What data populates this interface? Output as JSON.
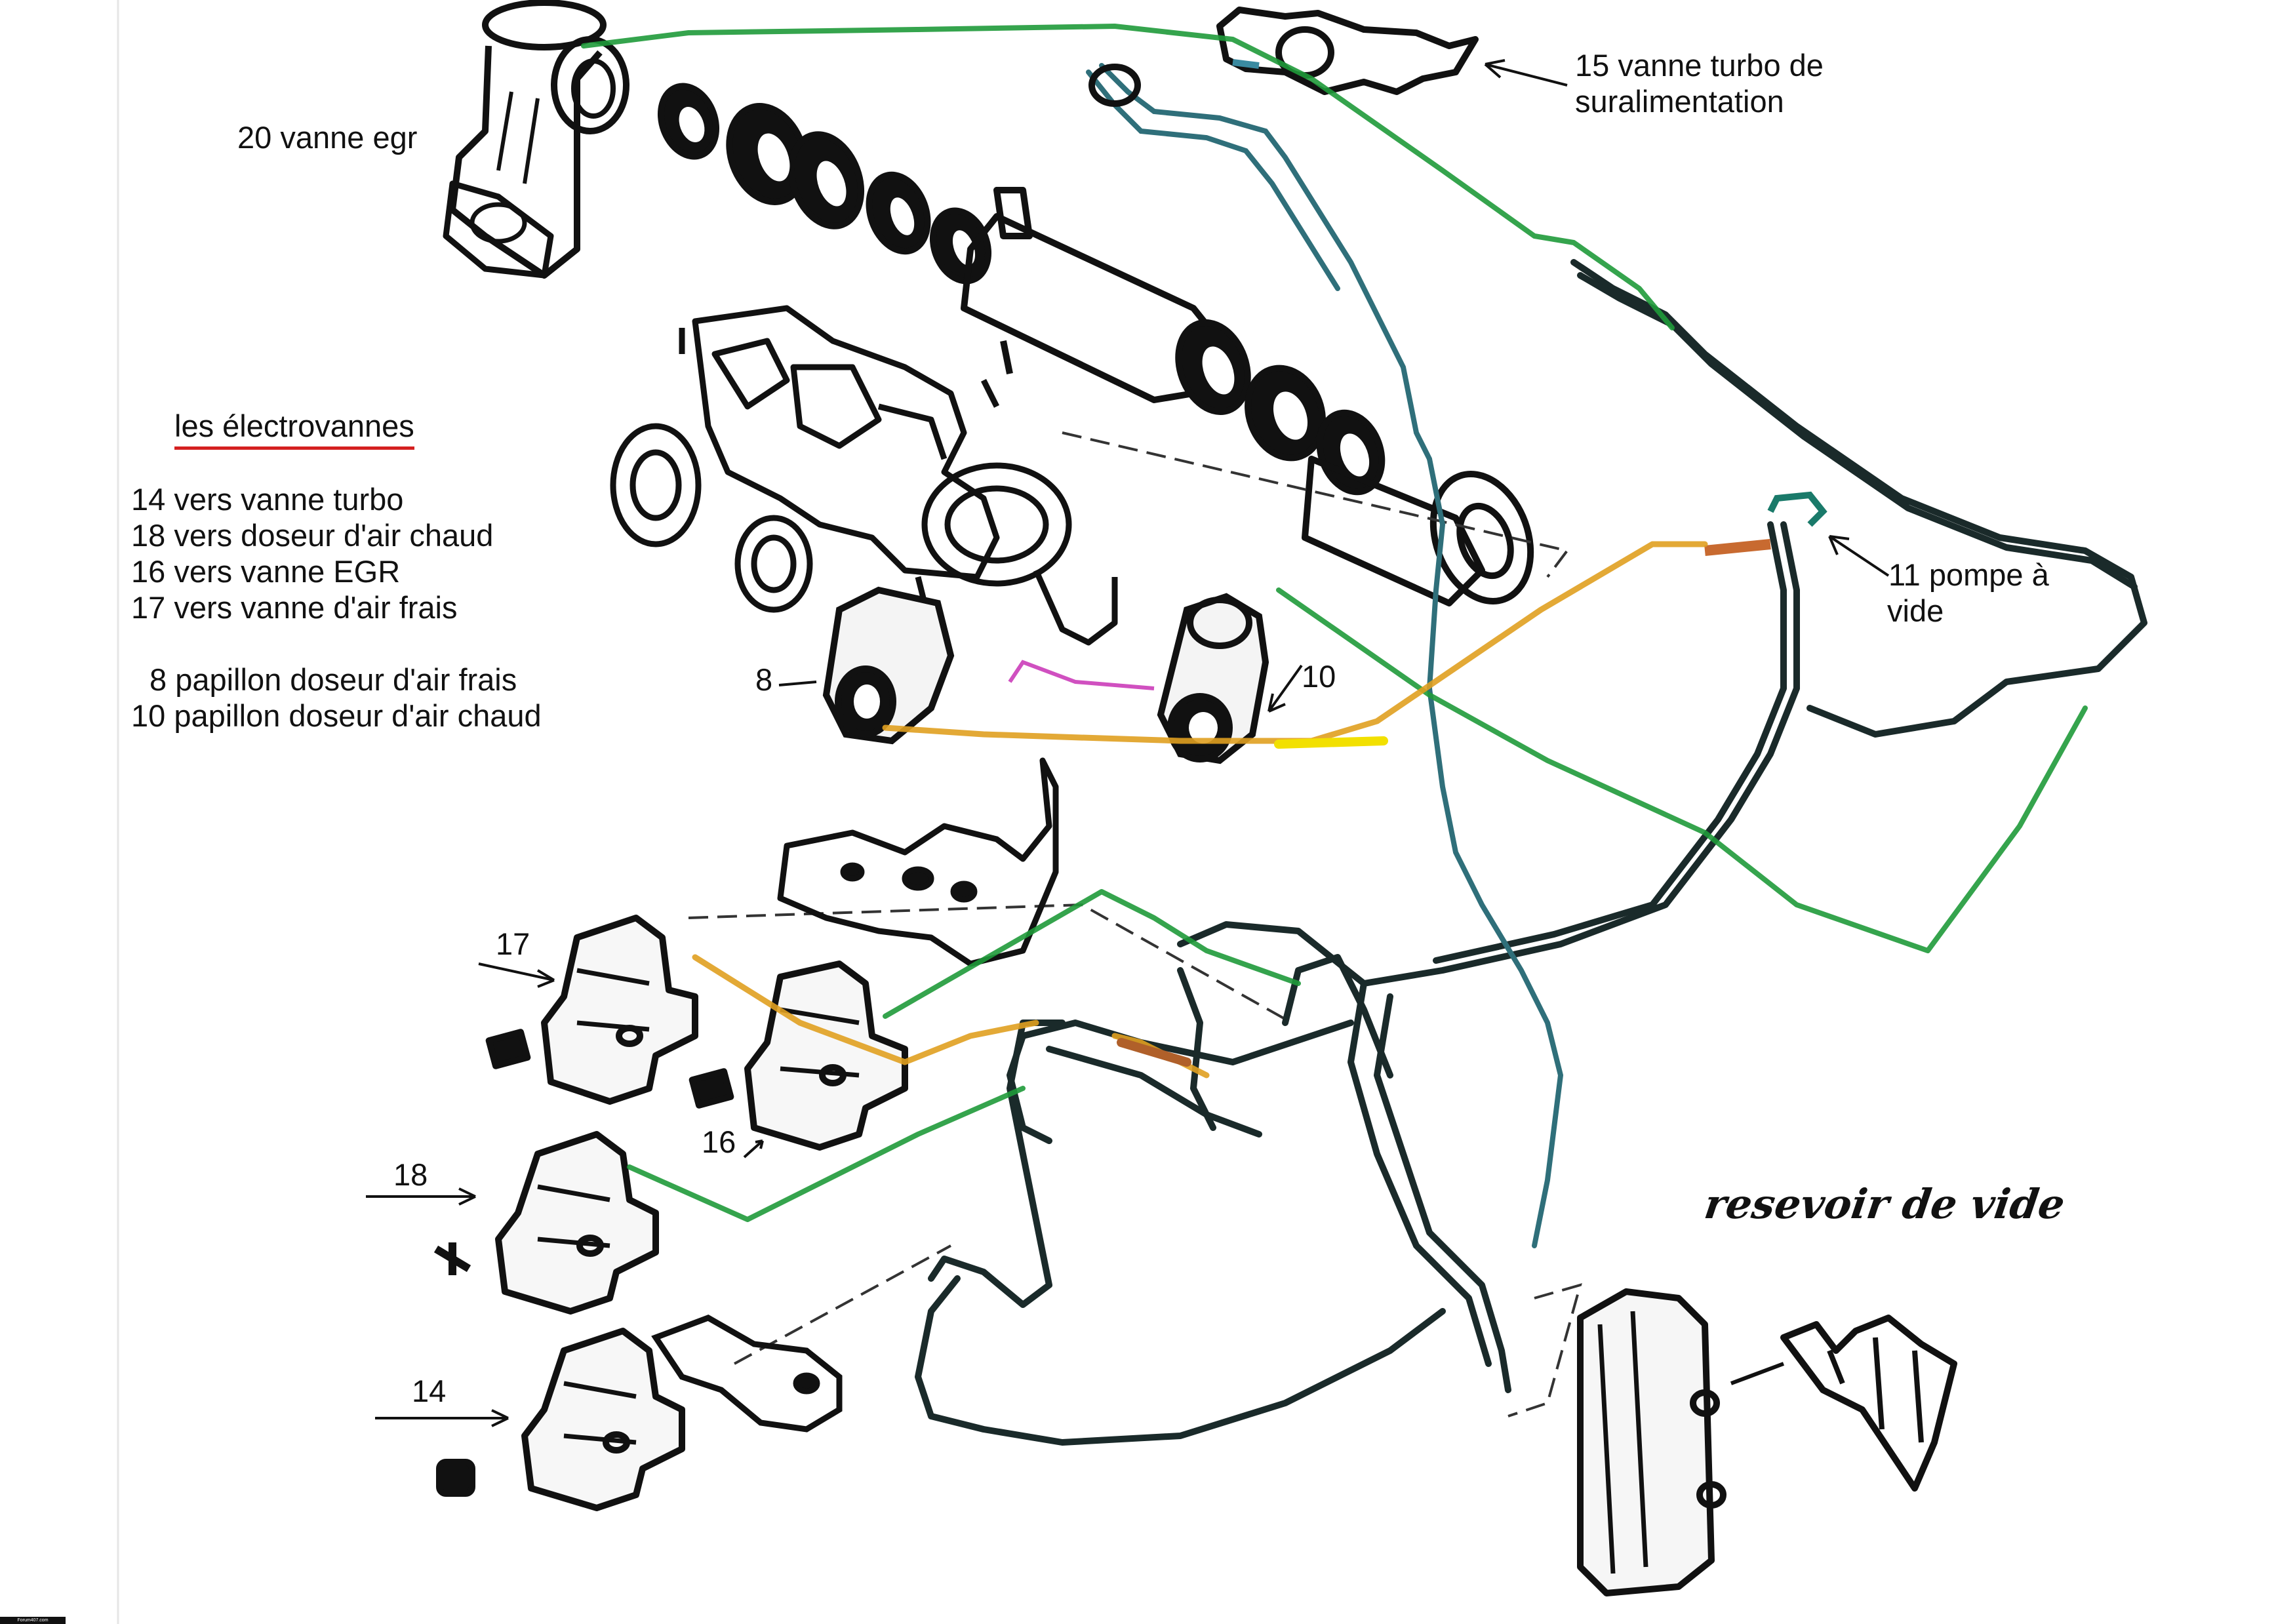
{
  "callouts": {
    "egr_valve": "20 vanne egr",
    "turbo_valve_line1": "15 vanne turbo de",
    "turbo_valve_line2": "suralimentation",
    "vacuum_pump_line1": "11 pompe à",
    "vacuum_pump_line2": "vide",
    "part_8": "8",
    "part_10": "10",
    "part_17": "17",
    "part_16": "16",
    "part_18": "18",
    "part_14": "14",
    "vacuum_reservoir": "resevoir de vide"
  },
  "legend": {
    "title": "les électrovannes",
    "items": [
      "14 vers vanne turbo",
      "18 vers doseur d'air chaud",
      "16 vers vanne EGR",
      "17 vers vanne d'air frais"
    ],
    "throttle_items": [
      "8 papillon doseur d'air frais",
      "10 papillon doseur d'air chaud"
    ]
  },
  "colors": {
    "hose_green": "#1f9a3a",
    "hose_orange": "#e0a020",
    "hose_yellow": "#f2e000",
    "hose_magenta": "#d050c0",
    "hose_dark": "#1a2a2a",
    "hose_teal": "#2f6f7a",
    "legend_underline": "#d42020"
  },
  "corner_badge": "Forum407.com"
}
